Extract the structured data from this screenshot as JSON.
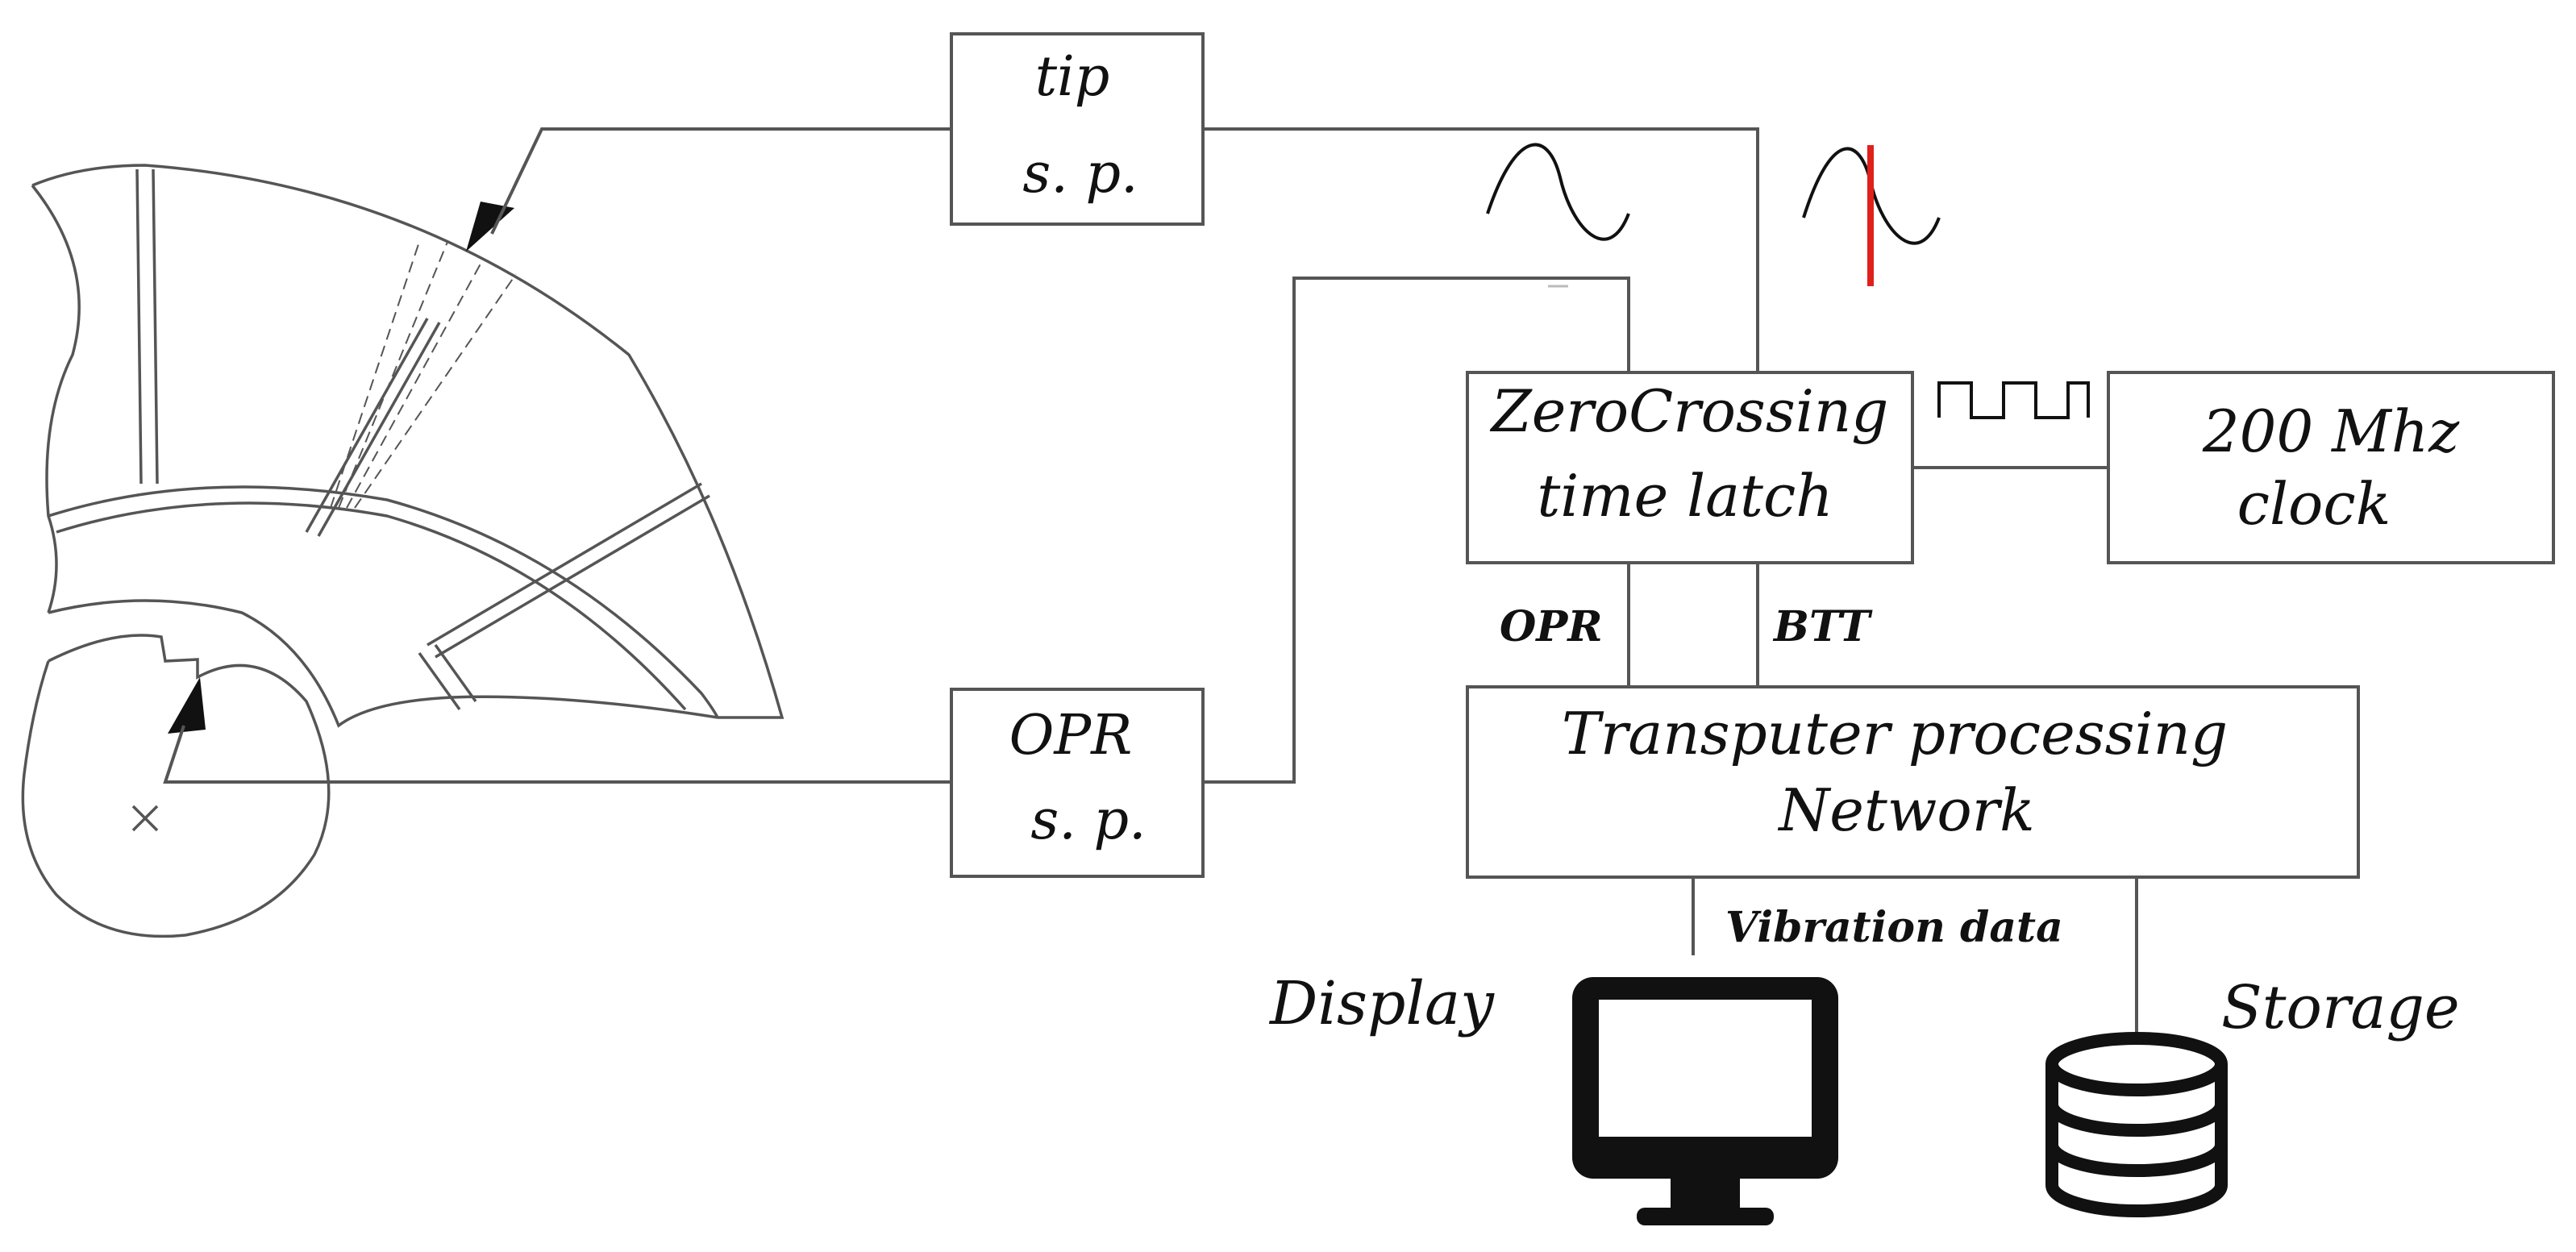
{
  "blocks": {
    "tip_sp": {
      "line1": "tip",
      "line2": "s. p."
    },
    "opr_sp": {
      "line1": "OPR",
      "line2": "s. p."
    },
    "zero_crossing": {
      "line1": "ZeroCrossing",
      "line2": "time latch"
    },
    "clock": {
      "line1": "200 Mhz",
      "line2": "clock"
    },
    "transputer": {
      "line1": "Transputer processing",
      "line2": "Network"
    }
  },
  "signals": {
    "opr": "OPR",
    "btt": "BTT",
    "vibration": "Vibration data"
  },
  "outputs": {
    "display": "Display",
    "storage": "Storage"
  },
  "colors": {
    "line": "#555555",
    "text": "#111111",
    "marker": "#e0201b"
  },
  "icons": [
    "monitor-icon",
    "database-icon",
    "sine-wave-icon",
    "square-wave-icon"
  ]
}
